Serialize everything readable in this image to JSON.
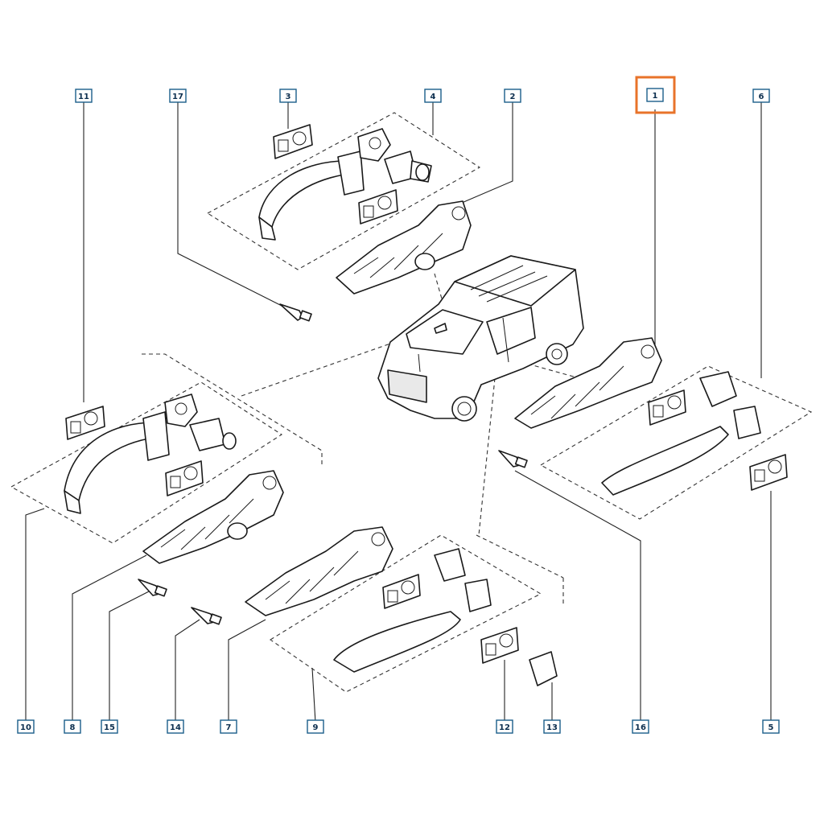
{
  "colors": {
    "line": "#1a1a1a",
    "callout_border": "#1b5e8a",
    "callout_text": "#0d2f4f",
    "highlight": "#e8732a"
  },
  "callouts": {
    "c1": "1",
    "c2": "2",
    "c3": "3",
    "c4": "4",
    "c5": "5",
    "c6": "6",
    "c7": "7",
    "c8": "8",
    "c9": "9",
    "c10": "10",
    "c11": "11",
    "c12": "12",
    "c13": "13",
    "c14": "14",
    "c15": "15",
    "c16": "16",
    "c17": "17"
  },
  "highlighted_callout": "1"
}
